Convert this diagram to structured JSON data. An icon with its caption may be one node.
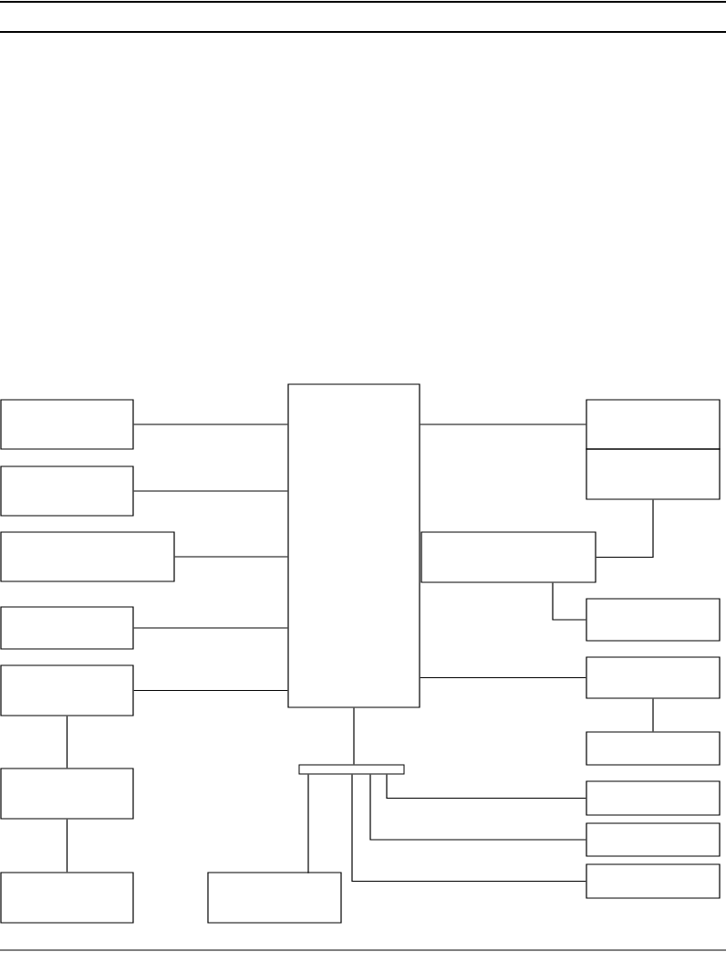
{
  "diagram": {
    "nodes": [
      {
        "text": [],
        "shape": "box"
      },
      {
        "text": [],
        "shape": "box"
      },
      {
        "text": [],
        "shape": "box"
      },
      {
        "text": [],
        "shape": "box"
      },
      {
        "text": [],
        "shape": "box"
      },
      {
        "text": [],
        "shape": "box"
      },
      {
        "text": [],
        "shape": "box"
      },
      {
        "text": [],
        "shape": "box"
      },
      {
        "text": [],
        "shape": "box"
      },
      {
        "text": [],
        "shape": "box"
      },
      {
        "text": [],
        "shape": "box"
      },
      {
        "text": [],
        "shape": "box"
      },
      {
        "text": [],
        "shape": "box"
      },
      {
        "text": [],
        "shape": "box"
      },
      {
        "text": [],
        "shape": "box"
      },
      {
        "text": [],
        "shape": "bar"
      },
      {
        "text": [],
        "shape": "box"
      },
      {
        "text": [],
        "shape": "box"
      },
      {
        "text": [],
        "shape": "box"
      }
    ],
    "edges": [
      {
        "from": 0,
        "to": 8,
        "arrow": "none"
      },
      {
        "from": 1,
        "to": 8,
        "arrow": "none"
      },
      {
        "from": 2,
        "to": 8,
        "arrow": "none"
      },
      {
        "from": 3,
        "to": 8,
        "arrow": "none"
      },
      {
        "from": 4,
        "to": 8,
        "arrow": "none"
      },
      {
        "from": 4,
        "to": 5,
        "arrow": "none"
      },
      {
        "from": 5,
        "to": 6,
        "arrow": "none"
      },
      {
        "from": 8,
        "to": 9,
        "arrow": "none"
      },
      {
        "from": 10,
        "to": 11,
        "arrow": "none"
      },
      {
        "from": 11,
        "to": 12,
        "arrow": "none"
      },
      {
        "from": 8,
        "to": 13,
        "arrow": "none"
      },
      {
        "from": 13,
        "to": 14,
        "arrow": "none"
      },
      {
        "from": 8,
        "to": 15,
        "arrow": "none"
      },
      {
        "from": 15,
        "to": 7,
        "arrow": "none"
      },
      {
        "from": 15,
        "to": 16,
        "arrow": "none"
      },
      {
        "from": 15,
        "to": 17,
        "arrow": "none"
      },
      {
        "from": 15,
        "to": 18,
        "arrow": "none"
      }
    ]
  }
}
